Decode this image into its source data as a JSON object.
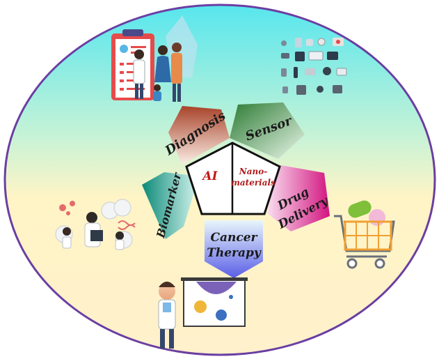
{
  "center": {
    "left_label": "AI",
    "right_label_line1": "Nano-",
    "right_label_line2": "materials"
  },
  "segments": {
    "diagnosis": "Diagnosis",
    "sensor": "Sensor",
    "biomarker": "Biomarker",
    "drug_delivery_line1": "Drug",
    "drug_delivery_line2": "Delivery",
    "cancer_therapy_line1": "Cancer",
    "cancer_therapy_line2": "Therapy"
  },
  "colors": {
    "ellipse_top": "#5fe8ec",
    "ellipse_mid": "#fff3c4",
    "ellipse_bottom": "#fff0c8",
    "ellipse_border": "#6a3fa0",
    "diagnosis": "#b5583f",
    "sensor": "#2e8a3c",
    "biomarker": "#19a08a",
    "drug_delivery": "#d21a8a",
    "cancer_therapy": "#7a7ff0",
    "ai_text": "#c0171c",
    "nano_text": "#b01a1a"
  },
  "icons": {
    "diagnosis": "clipboard-doctor-family-illustration",
    "sensor": "sensor-devices-grid",
    "biomarker": "scientists-lab-illustration",
    "drug_delivery": "shopping-cart-pills",
    "cancer_therapy": "doctor-presenting-cell-board"
  }
}
